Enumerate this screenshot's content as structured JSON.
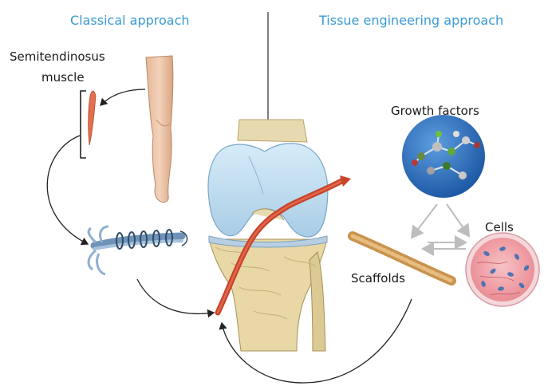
{
  "headers": {
    "classical": "Classical approach",
    "tissue_engineering": "Tissue engineering approach"
  },
  "labels": {
    "muscle_line1": "Semitendinosus",
    "muscle_line2": "muscle",
    "growth_factors": "Growth factors",
    "cells": "Cells",
    "scaffolds": "Scaffolds"
  },
  "colors": {
    "header_text": "#3a9bd5",
    "graft": "#d9573a",
    "cartilage": "#b9d9ec",
    "bone": "#e6d7a4",
    "growth_factor_sphere": "#2f6fb5",
    "cell_dish": "#f2a0a6"
  }
}
